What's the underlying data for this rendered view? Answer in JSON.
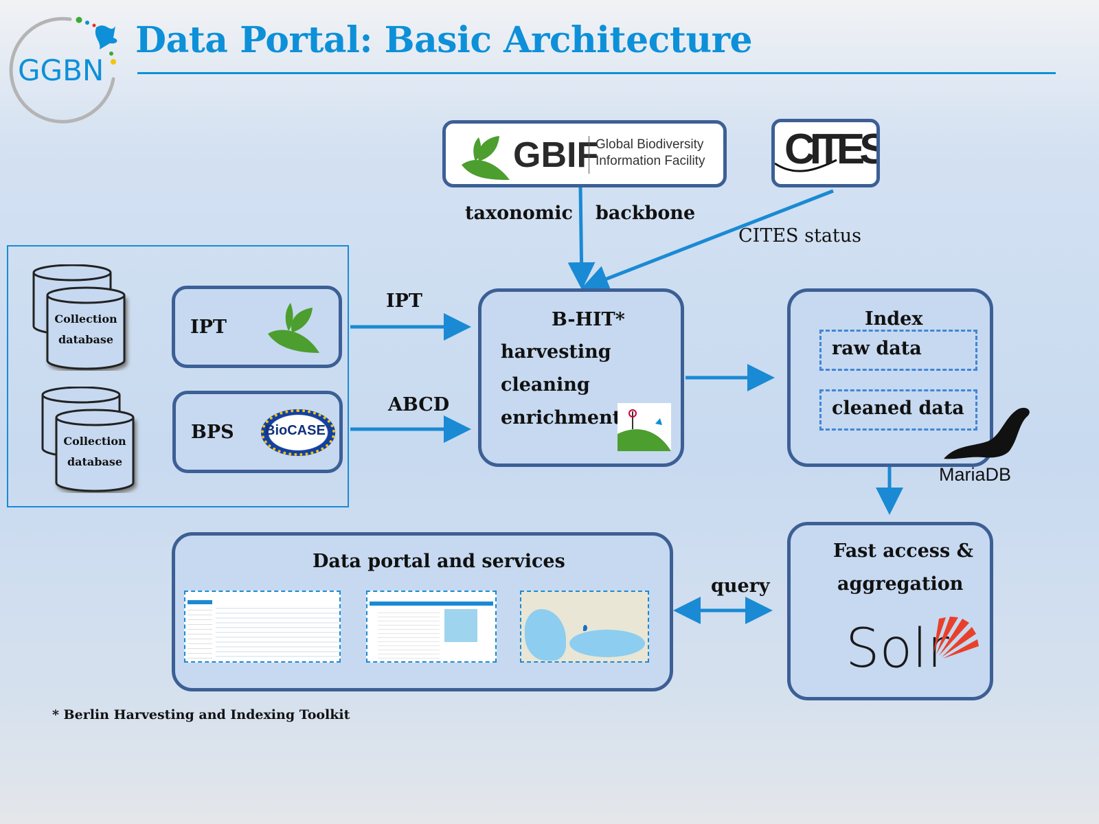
{
  "header": {
    "logo_text": "GGBN",
    "title": "Data Portal: Basic Architecture"
  },
  "sources": {
    "gbif": {
      "logo_word": "GBIF",
      "name_line1": "Global Biodiversity",
      "name_line2": "Information Facility"
    },
    "cites": {
      "logo_word": "CITES"
    }
  },
  "edges": {
    "taxonomic": "taxonomic",
    "backbone": "backbone",
    "cites_status": "CITES status",
    "ipt": "IPT",
    "abcd": "ABCD",
    "query": "query"
  },
  "providers": {
    "databases": [
      {
        "label_line1": "Collection",
        "label_line2": "database"
      },
      {
        "label_line1": "Collection",
        "label_line2": "database"
      }
    ],
    "ipt": {
      "label": "IPT"
    },
    "bps": {
      "label": "BPS",
      "logo_word": "BioCASE"
    }
  },
  "bhit": {
    "title": "B-HIT*",
    "steps": [
      "harvesting",
      "cleaning",
      "enrichment"
    ]
  },
  "index": {
    "title": "Index",
    "stores": [
      "raw data",
      "cleaned data"
    ],
    "db_logo": "MariaDB"
  },
  "fast_access": {
    "line1": "Fast access &",
    "line2": "aggregation",
    "logo": "Solr"
  },
  "portal": {
    "title": "Data portal and services"
  },
  "footnote": "* Berlin Harvesting and Indexing Toolkit",
  "colors": {
    "accent": "#0d90d8",
    "box_border": "#3c5f95",
    "box_fill": "#c6d9f0",
    "arrow": "#1a8ad4",
    "gbif_green": "#4c9e2f"
  }
}
